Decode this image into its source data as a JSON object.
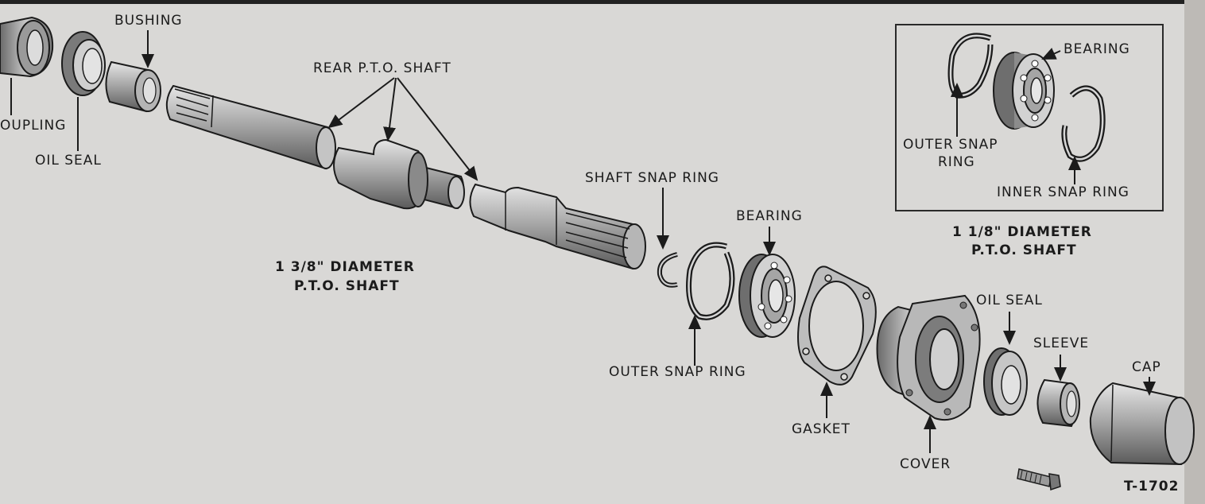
{
  "labels": {
    "coupling": "OUPLING",
    "oil_seal_left": "OIL SEAL",
    "bushing": "BUSHING",
    "rear_pto_shaft": "REAR P.T.O. SHAFT",
    "shaft_diameter_1": "1 3/8\" DIAMETER",
    "shaft_diameter_2": "P.T.O. SHAFT",
    "shaft_snap_ring": "SHAFT SNAP RING",
    "bearing": "BEARING",
    "outer_snap_ring": "OUTER SNAP RING",
    "gasket": "GASKET",
    "cover": "COVER",
    "oil_seal_right": "OIL SEAL",
    "sleeve": "SLEEVE",
    "cap": "CAP",
    "figure_number": "T-1702"
  },
  "inset": {
    "bearing": "BEARING",
    "outer_snap_ring_1": "OUTER SNAP",
    "outer_snap_ring_2": "RING",
    "inner_snap_ring": "INNER SNAP RING",
    "diameter_1": "1 1/8\"  DIAMETER",
    "diameter_2": "P.T.O. SHAFT"
  },
  "colors": {
    "paper": "#d9d8d6",
    "ink": "#1b1b1b",
    "part_shade": "#8e8e8e",
    "part_light": "#c9c9c9"
  }
}
